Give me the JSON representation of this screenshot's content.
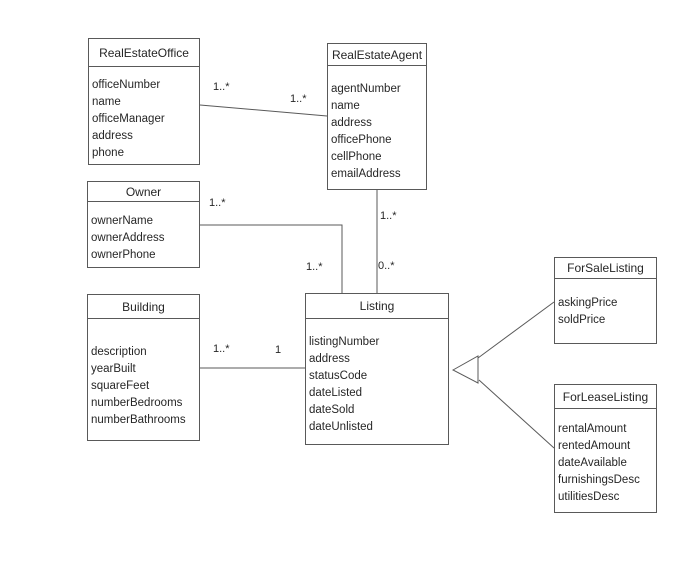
{
  "diagram": {
    "type": "uml-class-diagram",
    "classes": [
      {
        "name": "RealEstateOffice",
        "attributes": [
          "officeNumber",
          "name",
          "officeManager",
          "address",
          "phone"
        ]
      },
      {
        "name": "RealEstateAgent",
        "attributes": [
          "agentNumber",
          "name",
          "address",
          "officePhone",
          "cellPhone",
          "emailAddress"
        ]
      },
      {
        "name": "Owner",
        "attributes": [
          "ownerName",
          "ownerAddress",
          "ownerPhone"
        ]
      },
      {
        "name": "Building",
        "attributes": [
          "description",
          "yearBuilt",
          "squareFeet",
          "numberBedrooms",
          "numberBathrooms"
        ]
      },
      {
        "name": "Listing",
        "attributes": [
          "listingNumber",
          "address",
          "statusCode",
          "dateListed",
          "dateSold",
          "dateUnlisted"
        ]
      },
      {
        "name": "ForSaleListing",
        "attributes": [
          "askingPrice",
          "soldPrice"
        ]
      },
      {
        "name": "ForLeaseListing",
        "attributes": [
          "rentalAmount",
          "rentedAmount",
          "dateAvailable",
          "furnishingsDesc",
          "utilitiesDesc"
        ]
      }
    ],
    "relationships": [
      {
        "type": "association",
        "from": "RealEstateOffice",
        "to": "RealEstateAgent",
        "from_multiplicity": "1..*",
        "to_multiplicity": "1..*"
      },
      {
        "type": "association",
        "from": "RealEstateAgent",
        "to": "Listing",
        "from_multiplicity": "1..*",
        "to_multiplicity": "0..*"
      },
      {
        "type": "association",
        "from": "Owner",
        "to": "Listing",
        "from_multiplicity": "1..*",
        "to_multiplicity": "1..*"
      },
      {
        "type": "association",
        "from": "Building",
        "to": "Listing",
        "from_multiplicity": "1..*",
        "to_multiplicity": "1"
      },
      {
        "type": "generalization",
        "parent": "Listing",
        "children": [
          "ForSaleListing",
          "ForLeaseListing"
        ]
      }
    ],
    "colors": {
      "background": "#ffffff",
      "line": "#595959",
      "text": "#262626"
    }
  }
}
